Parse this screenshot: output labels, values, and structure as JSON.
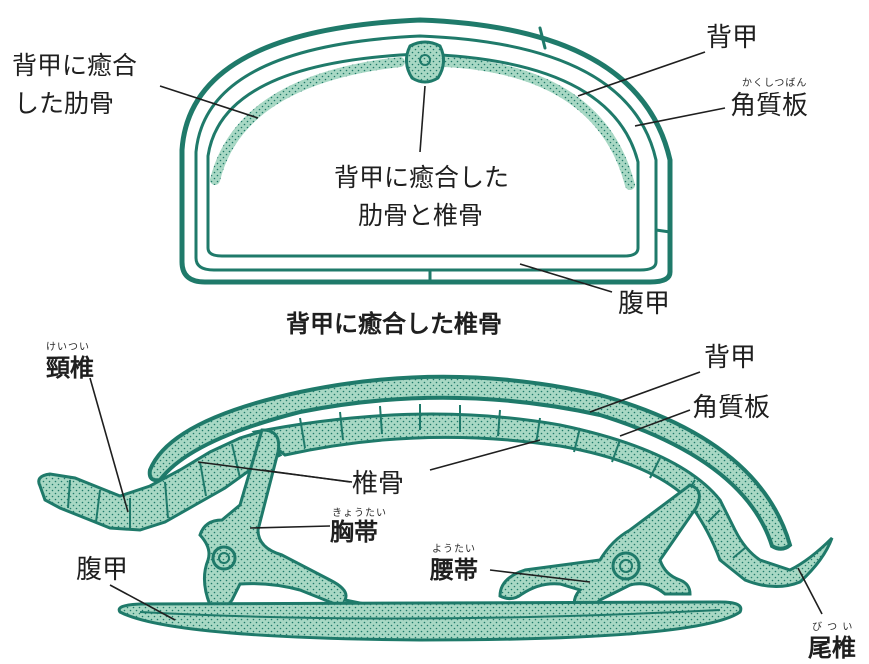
{
  "palette": {
    "line": "#1f7a6a",
    "fill": "#8ec9b3",
    "ink": "#1f1f1f"
  },
  "top_diagram": {
    "labels": {
      "fused_rib_line1": "背甲に癒合",
      "fused_rib_line2": "した肋骨",
      "carapace": "背甲",
      "scute_ruby": "かくしつばん",
      "scute": "角質板",
      "center_line1": "背甲に癒合した",
      "center_line2": "肋骨と椎骨",
      "plastron": "腹甲",
      "caption": "背甲に癒合した椎骨"
    }
  },
  "bottom_diagram": {
    "labels": {
      "neck_ruby": "けいつい",
      "neck": "頸椎",
      "carapace": "背甲",
      "scute": "角質板",
      "vertebra": "椎骨",
      "pectoral_ruby": "きょうたい",
      "pectoral": "胸帯",
      "plastron": "腹甲",
      "pelvic_ruby": "ようたい",
      "pelvic": "腰帯",
      "tail_ruby": "び つ い",
      "tail": "尾椎"
    }
  }
}
